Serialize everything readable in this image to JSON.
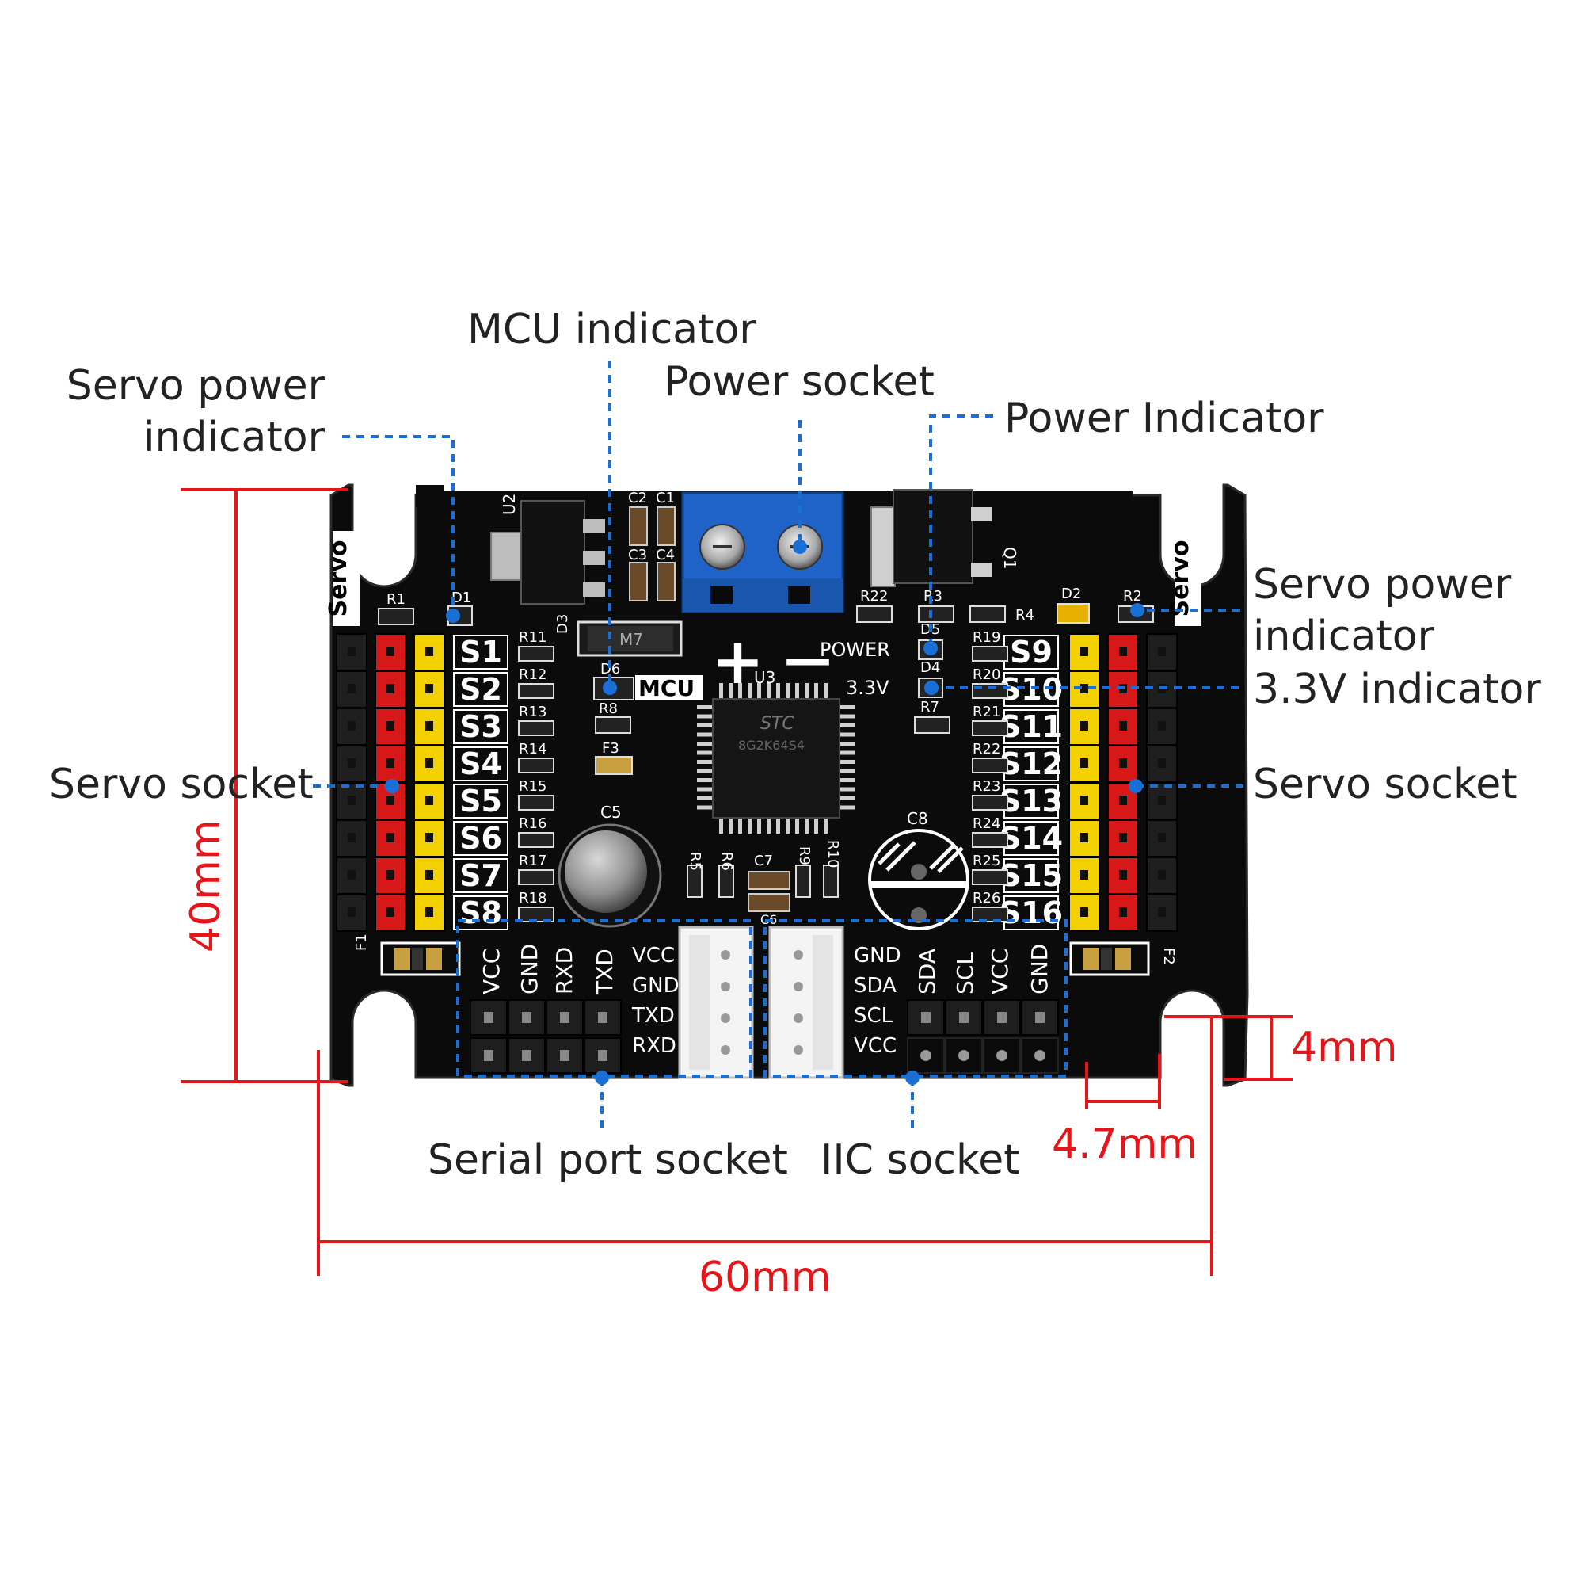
{
  "callouts": {
    "servo_power_left": "Servo power\nindicator",
    "mcu_indicator": "MCU indicator",
    "power_socket": "Power socket",
    "power_indicator": "Power Indicator",
    "servo_power_right": "Servo power\nindicator",
    "v33_indicator": "3.3V indicator",
    "servo_socket_left": "Servo socket",
    "servo_socket_right": "Servo socket",
    "serial_port_socket": "Serial port socket",
    "iic_socket": "IIC socket"
  },
  "dimensions": {
    "height": "40mm",
    "width": "60mm",
    "hole_offset": "4mm",
    "hole_width": "4.7mm"
  },
  "board": {
    "servo_label": "Servo",
    "left_channels": [
      "S1",
      "S2",
      "S3",
      "S4",
      "S5",
      "S6",
      "S7",
      "S8"
    ],
    "right_channels": [
      "S9",
      "S10",
      "S11",
      "S12",
      "S13",
      "S14",
      "S15",
      "S16"
    ],
    "left_resistors": [
      "R11",
      "R12",
      "R13",
      "R14",
      "R15",
      "R16",
      "R17",
      "R18"
    ],
    "right_resistors": [
      "R19",
      "R20",
      "R21",
      "R22",
      "R23",
      "R24",
      "R25",
      "R26"
    ],
    "serial_pins": [
      "VCC",
      "GND",
      "RXD",
      "TXD"
    ],
    "serial_conn_pins": [
      "VCC",
      "GND",
      "TXD",
      "RXD"
    ],
    "iic_conn_pins": [
      "GND",
      "SDA",
      "SCL",
      "VCC"
    ],
    "iic_pins": [
      "SDA",
      "SCL",
      "VCC",
      "GND"
    ],
    "labels": {
      "u2": "U2",
      "u3": "U3",
      "q1": "Q1",
      "d1": "D1",
      "d2": "D2",
      "d3": "D3",
      "d4": "D4",
      "d5": "D5",
      "d6": "D6",
      "r1": "R1",
      "r2": "R2",
      "r3": "R3",
      "r4": "R4",
      "r5": "R5",
      "r6": "R6",
      "r7": "R7",
      "r8": "R8",
      "r9": "R9",
      "r10": "R10",
      "r22": "R22",
      "c1": "C1",
      "c2": "C2",
      "c3": "C3",
      "c4": "C4",
      "c5": "C5",
      "c6": "C6",
      "c7": "C7",
      "c8": "C8",
      "f1": "F1",
      "f2": "F2",
      "f3": "F3",
      "m7": "M7",
      "mcu": "MCU",
      "power": "POWER",
      "v33": "3.3V",
      "plus": "+",
      "minus": "—",
      "chip_brand": "STC",
      "chip_model": "8G2K64S4"
    }
  },
  "colors": {
    "board": "#0b0b0b",
    "silk": "#ffffff",
    "header_red": "#d71818",
    "header_yellow": "#f3d000",
    "header_black": "#1e1e1e",
    "terminal_blue": "#1f63c8",
    "callout_line": "#1a6fd6",
    "dim_line": "#e5161a"
  }
}
